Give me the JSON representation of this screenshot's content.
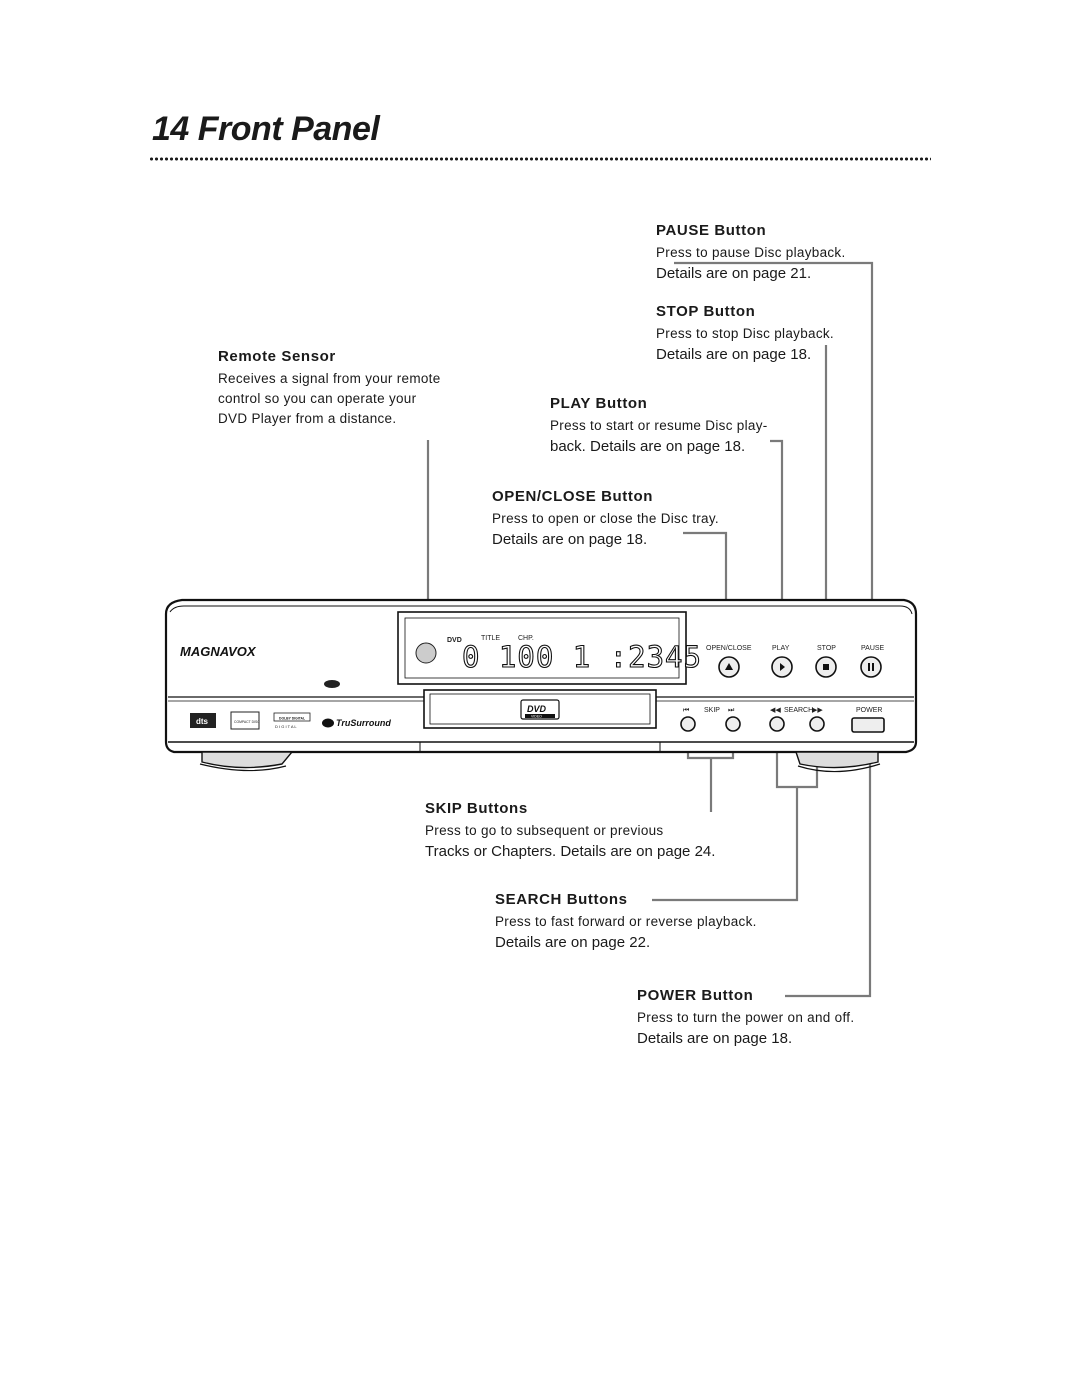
{
  "page": {
    "number": "14",
    "title": "Front Panel"
  },
  "callouts": {
    "pause": {
      "heading": "PAUSE Button",
      "desc": "Press to pause Disc playback.",
      "details": "Details are on page 21."
    },
    "stop": {
      "heading": "STOP Button",
      "desc": "Press to stop Disc playback.",
      "details": "Details are on page 18."
    },
    "remote_sensor": {
      "heading": "Remote Sensor",
      "lines": [
        "Receives a signal from your remote",
        "control so you can operate your",
        "DVD Player from a distance."
      ]
    },
    "play": {
      "heading": "PLAY Button",
      "line1": "Press to start or resume Disc play-",
      "line2": "back. Details are on page 18."
    },
    "open_close": {
      "heading": "OPEN/CLOSE Button",
      "desc": "Press to open or close the Disc tray.",
      "details": "Details are on page 18."
    },
    "skip": {
      "heading": "SKIP Buttons",
      "line1": "Press to go to subsequent or previous",
      "line2": "Tracks or Chapters. Details are on page 24."
    },
    "search": {
      "heading": "SEARCH Buttons",
      "desc": "Press to fast forward or reverse playback.",
      "details": "Details are on page 22."
    },
    "power": {
      "heading": "POWER Button",
      "desc": "Press to turn the power on and off.",
      "details": "Details are on page 18."
    }
  },
  "device": {
    "brand": "MAGNAVOX",
    "display_digits": "0 100 1 :2345",
    "display_labels": {
      "dvd": "DVD",
      "title": "TITLE",
      "chp": "CHP."
    },
    "button_labels": {
      "open_close": "OPEN/CLOSE",
      "play": "PLAY",
      "stop": "STOP",
      "pause": "PAUSE",
      "skip": "SKIP",
      "search": "SEARCH",
      "power": "POWER"
    },
    "logos": {
      "dts": "dts",
      "cd": "COMPACT DISC",
      "dolby": "DOLBY DIGITAL",
      "dolby_sub": "D I G I T A L",
      "trusurround": "TruSurround",
      "dvd": "DVD",
      "dvd_sub": "VIDEO"
    }
  }
}
